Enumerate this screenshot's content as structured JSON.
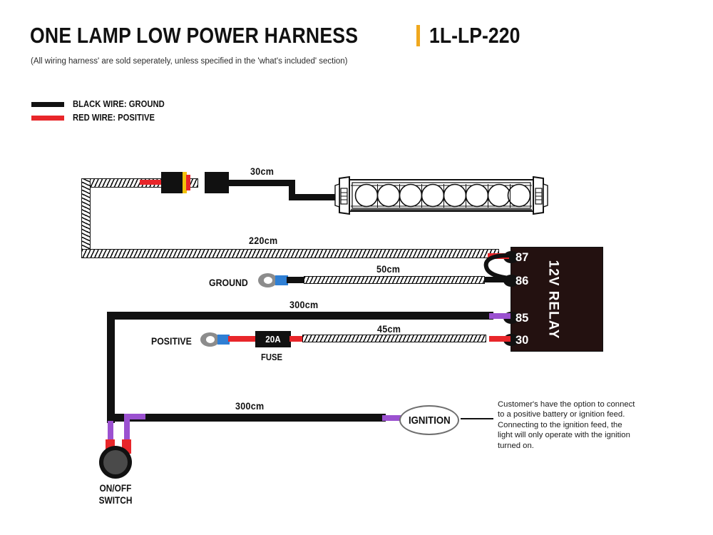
{
  "header": {
    "title": "ONE LAMP LOW POWER HARNESS",
    "separator_color": "#f0a81e",
    "product_code": "1L-LP-220",
    "subtitle": "(All wiring harness' are sold seperately, unless specified in the 'what's included' section)"
  },
  "legend": {
    "items": [
      {
        "label": "BLACK WIRE: GROUND",
        "color": "#111111",
        "swatch": "black"
      },
      {
        "label": "RED WIRE: POSITIVE",
        "color": "#e8262a",
        "swatch": "red"
      }
    ]
  },
  "diagram": {
    "dimensions": {
      "lamp_lead": "30cm",
      "main_run": "220cm",
      "ground_run": "50cm",
      "relay_trigger_run": "300cm",
      "fuse_run": "45cm",
      "switch_run": "300cm"
    },
    "terminals": {
      "ground_label": "GROUND",
      "positive_label": "POSITIVE"
    },
    "fuse": {
      "rating": "20A",
      "caption": "FUSE"
    },
    "relay": {
      "name": "12V RELAY",
      "body_color": "#231110",
      "pins": [
        {
          "number": "87",
          "wire_color": "#e8262a"
        },
        {
          "number": "86",
          "wire_color": "#111111"
        },
        {
          "number": "85",
          "wire_color": "#9b51d0"
        },
        {
          "number": "30",
          "wire_color": "#e8262a"
        }
      ]
    },
    "ignition": {
      "label": "IGNITION",
      "note": "Customer's have the option to connect\nto a positive battery or ignition feed.\nConnecting to the ignition feed, the\nlight will only operate with the ignition\nturned on."
    },
    "switch": {
      "caption": "ON/OFF\nSWITCH",
      "body_color": "#4a4a4a"
    },
    "lamp": {
      "name": "led-light-bar",
      "lens_count": 8
    }
  }
}
